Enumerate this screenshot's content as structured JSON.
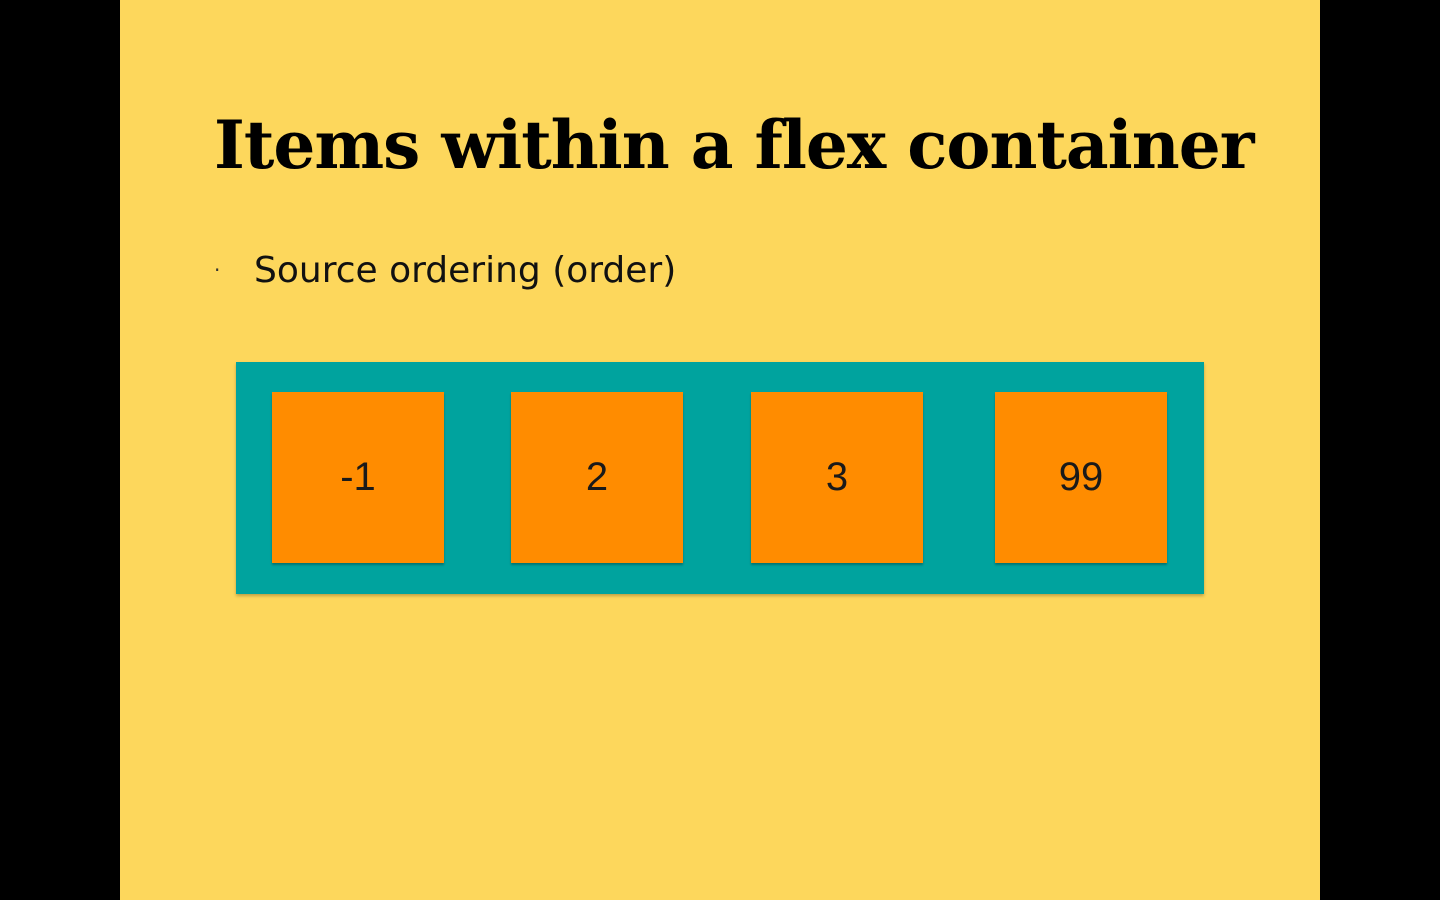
{
  "slide": {
    "title": "Items within a flex container",
    "bullets": [
      {
        "text": "Source ordering (order)"
      }
    ],
    "flex_items": [
      {
        "label": "-1"
      },
      {
        "label": "2"
      },
      {
        "label": "3"
      },
      {
        "label": "99"
      }
    ]
  },
  "colors": {
    "background": "#000000",
    "slide_background": "#fdd75c",
    "container": "#00a39e",
    "item": "#ff8c00",
    "text": "#000000"
  }
}
